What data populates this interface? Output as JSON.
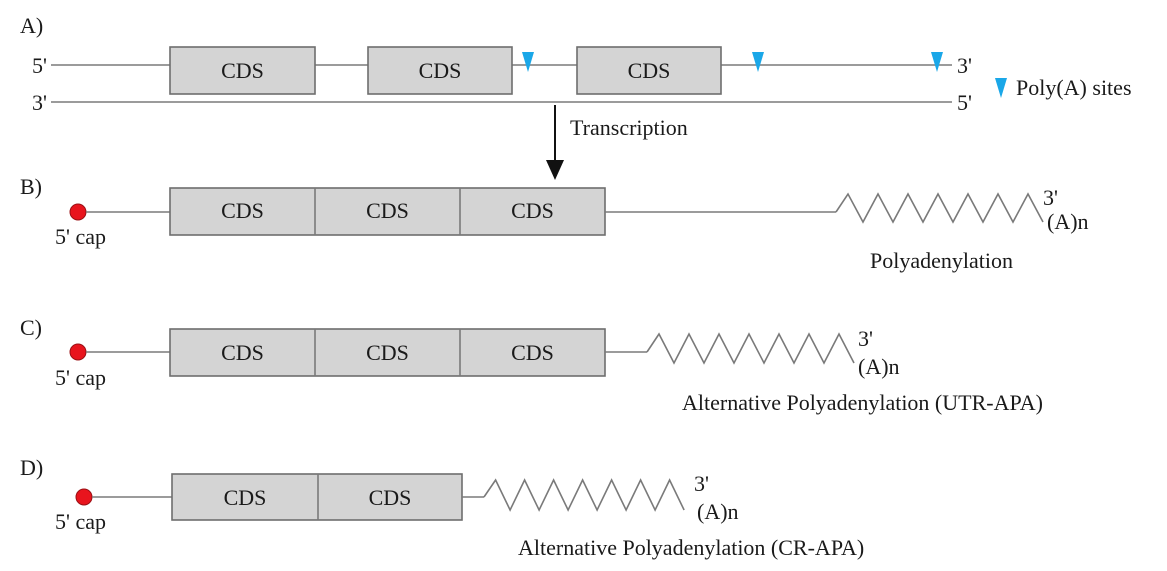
{
  "panels": {
    "A": {
      "label": "A)",
      "top_strand": {
        "left_end": "5'",
        "right_end": "3'"
      },
      "bottom_strand": {
        "left_end": "3'",
        "right_end": "5'"
      },
      "cds_labels": [
        "CDS",
        "CDS",
        "CDS"
      ],
      "polya_site_count": 3
    },
    "B": {
      "label": "B)",
      "cap_label": "5' cap",
      "cds_labels": [
        "CDS",
        "CDS",
        "CDS"
      ],
      "tail_end": "3'",
      "tail_label": "(A)n",
      "caption": "Polyadenylation"
    },
    "C": {
      "label": "C)",
      "cap_label": "5' cap",
      "cds_labels": [
        "CDS",
        "CDS",
        "CDS"
      ],
      "tail_end": "3'",
      "tail_label": "(A)n",
      "caption": "Alternative Polyadenylation (UTR-APA)"
    },
    "D": {
      "label": "D)",
      "cap_label": "5' cap",
      "cds_labels": [
        "CDS",
        "CDS"
      ],
      "tail_end": "3'",
      "tail_label": "(A)n",
      "caption": "Alternative Polyadenylation (CR-APA)"
    }
  },
  "transcription_label": "Transcription",
  "legend": {
    "polya_label": "Poly(A) sites"
  },
  "colors": {
    "cds_fill": "#d4d4d4",
    "cap": "#e8141d",
    "polya_marker": "#1aa7e8",
    "strand": "#7a7a7a"
  }
}
